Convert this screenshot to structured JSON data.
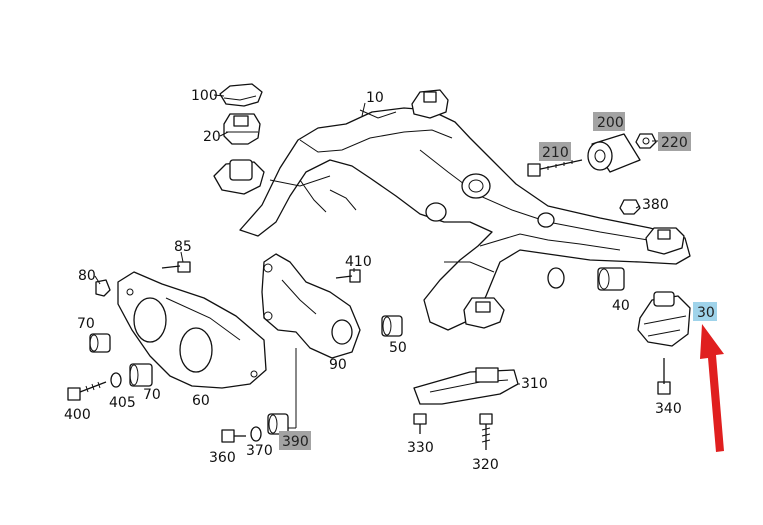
{
  "labels": {
    "l100": "100",
    "l10": "10",
    "l20": "20",
    "l200": "200",
    "l220": "220",
    "l210": "210",
    "l380": "380",
    "l85": "85",
    "l80": "80",
    "l410": "410",
    "l70a": "70",
    "l70b": "70",
    "l50": "50",
    "l40": "40",
    "l30": "30",
    "l90": "90",
    "l400": "400",
    "l405": "405",
    "l60": "60",
    "l310": "310",
    "l340": "340",
    "l360": "360",
    "l370": "370",
    "l390": "390",
    "l330": "330",
    "l320": "320"
  },
  "colors": {
    "tag_gray": "#a3a3a3",
    "tag_blue": "#9fd3ea",
    "arrow": "#e01f1f"
  }
}
